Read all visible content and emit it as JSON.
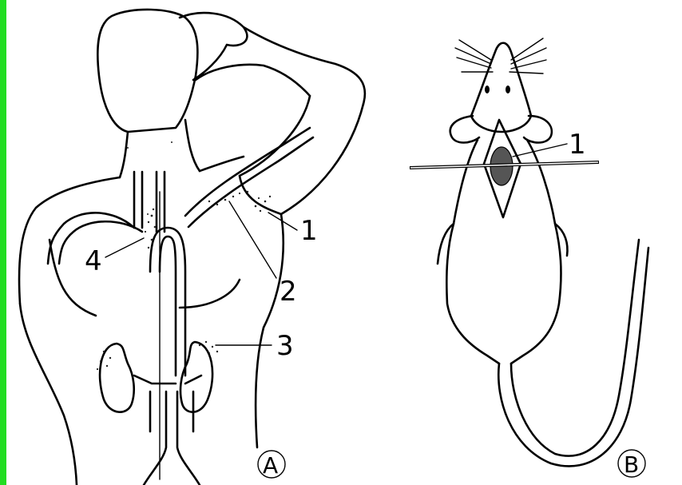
{
  "colors": {
    "left_bar": "#22dd22",
    "ink": "#000000",
    "stipple": "#222222"
  },
  "panel_a": {
    "letter": "A",
    "labels": [
      {
        "id": "1",
        "text": "1"
      },
      {
        "id": "2",
        "text": "2"
      },
      {
        "id": "3",
        "text": "3"
      },
      {
        "id": "4",
        "text": "4"
      }
    ]
  },
  "panel_b": {
    "letter": "B",
    "labels": [
      {
        "id": "1",
        "text": "1"
      }
    ]
  }
}
